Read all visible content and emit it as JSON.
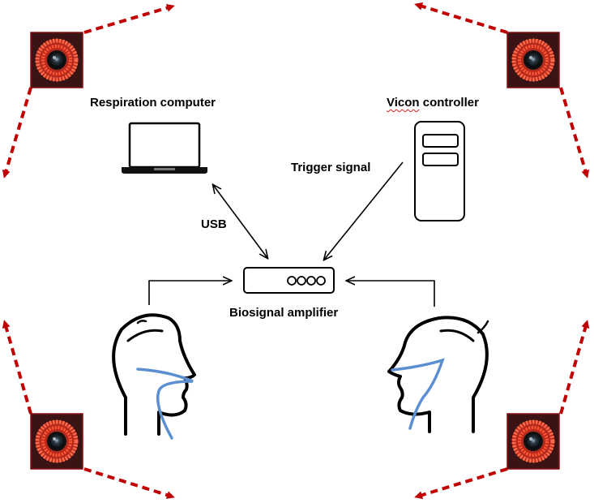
{
  "labels": {
    "respiration_computer": "Respiration computer",
    "vicon_controller_word1": "Vicon",
    "vicon_controller_word2": " controller",
    "trigger_signal": "Trigger signal",
    "usb": "USB",
    "biosignal_amplifier": "Biosignal amplifier"
  },
  "colors": {
    "motion_arrow": "#c00000",
    "camera_ring": "#e8402a",
    "camera_body": "#3a1414",
    "belt_line": "#5b8fd0",
    "line": "#000000"
  },
  "icons": [
    "camera-icon",
    "laptop-icon",
    "server-icon",
    "amplifier-icon",
    "head-icon"
  ]
}
